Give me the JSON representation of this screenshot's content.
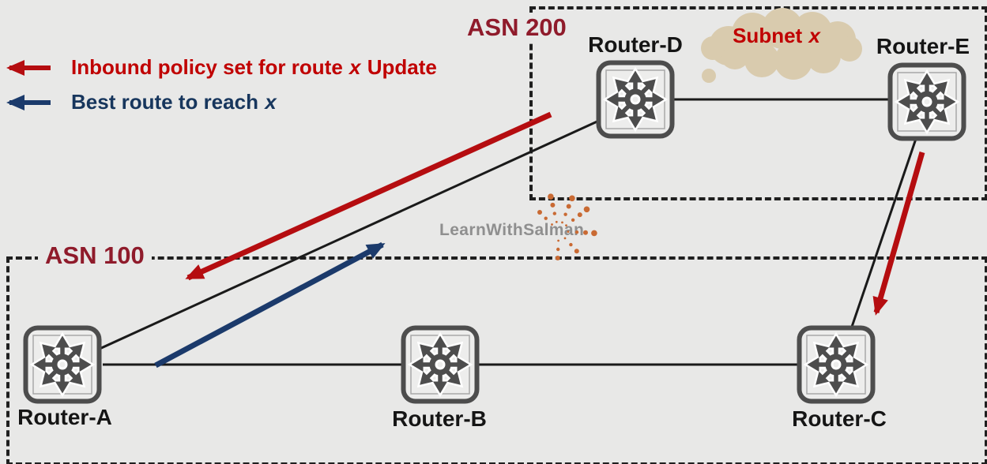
{
  "zones": {
    "asn200": {
      "label": "ASN 200"
    },
    "asn100": {
      "label": "ASN 100"
    }
  },
  "legend": {
    "items": [
      {
        "icon": "left-arrow",
        "color": "#c00000",
        "label_before": "Inbound policy set for route",
        "variable": "x",
        "label_after": "Update"
      },
      {
        "icon": "left-arrow",
        "color": "#17365d",
        "label_before": "Best route to reach",
        "variable": "x",
        "label_after": ""
      }
    ]
  },
  "nodes": {
    "router_a": {
      "label": "Router-A",
      "zone": "ASN 100"
    },
    "router_b": {
      "label": "Router-B",
      "zone": "ASN 100"
    },
    "router_c": {
      "label": "Router-C",
      "zone": "ASN 100"
    },
    "router_d": {
      "label": "Router-D",
      "zone": "ASN 200"
    },
    "router_e": {
      "label": "Router-E",
      "zone": "ASN 200"
    }
  },
  "subnet": {
    "label": "Subnet",
    "variable": "x"
  },
  "links": [
    {
      "from": "router_a",
      "to": "router_b"
    },
    {
      "from": "router_b",
      "to": "router_c"
    },
    {
      "from": "router_d",
      "to": "router_e"
    },
    {
      "from": "router_a",
      "to": "router_d"
    },
    {
      "from": "router_e",
      "to": "router_c"
    }
  ],
  "flows": [
    {
      "type": "inbound-policy-update",
      "from": "router_d",
      "to": "router_a",
      "color": "#b50d10"
    },
    {
      "type": "inbound-policy-update",
      "from": "router_e",
      "to": "router_c",
      "color": "#b50d10"
    },
    {
      "type": "best-route",
      "from": "router_a",
      "toward": "router_d",
      "color": "#1b3a6b"
    }
  ],
  "watermark": {
    "text": "LearnWithSalman"
  },
  "colors": {
    "background": "#e8e8e7",
    "boundary_dash": "#1f1f1f",
    "asn_label": "#8f1b2b",
    "legend_red": "#c00000",
    "legend_blue": "#17365d",
    "link_line": "#1a1a1a",
    "router_icon": "#4d4d4d",
    "cloud_fill": "#d9cbae",
    "watermark_text": "#8f8f8f",
    "watermark_burst": "#c96a33"
  }
}
